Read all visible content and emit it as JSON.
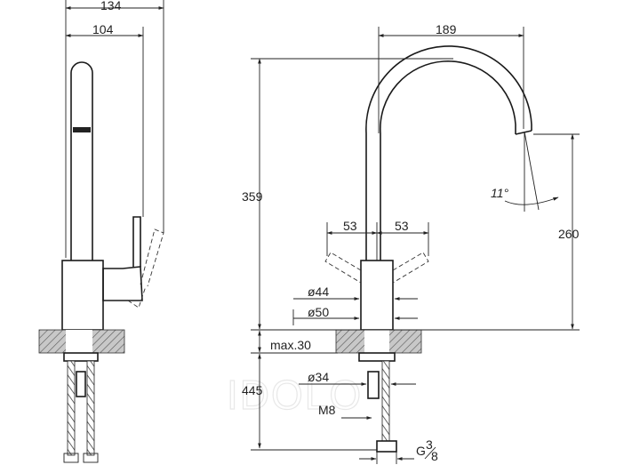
{
  "dimensions": {
    "side_total_width": "134",
    "side_spout_width": "104",
    "front_spout_reach": "189",
    "front_total_height": "359",
    "front_spout_height": "260",
    "angle": "11°",
    "lever_left": "53",
    "lever_right": "53",
    "dia_44": "ø44",
    "dia_50": "ø50",
    "max_thickness": "max.30",
    "dia_34": "ø34",
    "below_height": "445",
    "thread": "M8",
    "connection_main": "G",
    "connection_frac_top": "3",
    "connection_frac_bot": "8"
  },
  "colors": {
    "line": "#1a1a1a",
    "hatch_fill": "#bdbdbd",
    "background": "#ffffff"
  }
}
